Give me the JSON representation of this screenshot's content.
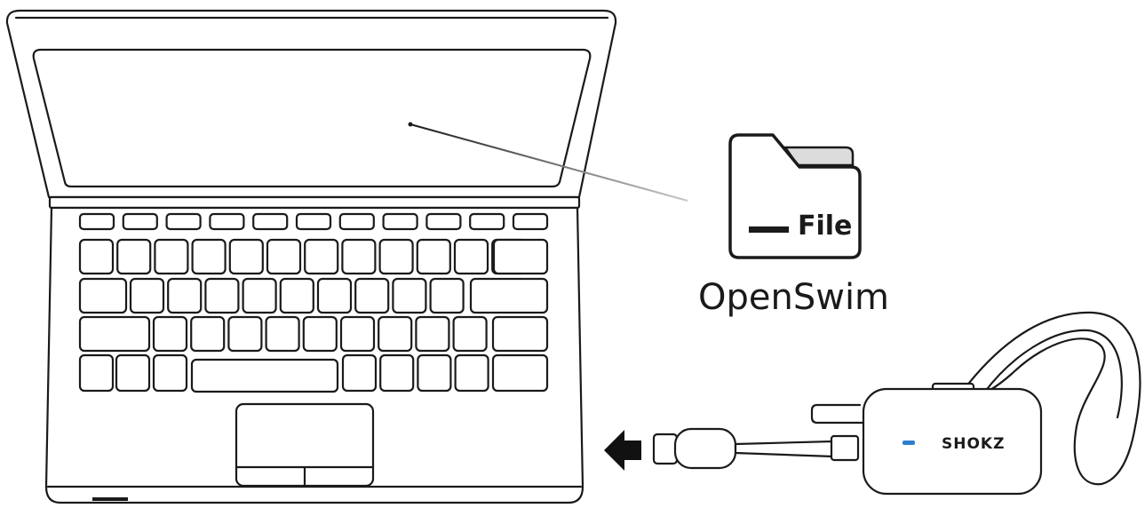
{
  "folder": {
    "label": "File"
  },
  "drive": {
    "label": "OpenSwim"
  },
  "device": {
    "brand": "SHOKZ",
    "indicator_color": "#2f7fd0"
  },
  "folder_tab_color": "#dcdcdc",
  "icons": {
    "laptop": "laptop-icon",
    "folder": "folder-icon",
    "arrow": "arrow-left-icon",
    "cable": "usb-cable-icon",
    "headphones": "headphones-icon"
  }
}
